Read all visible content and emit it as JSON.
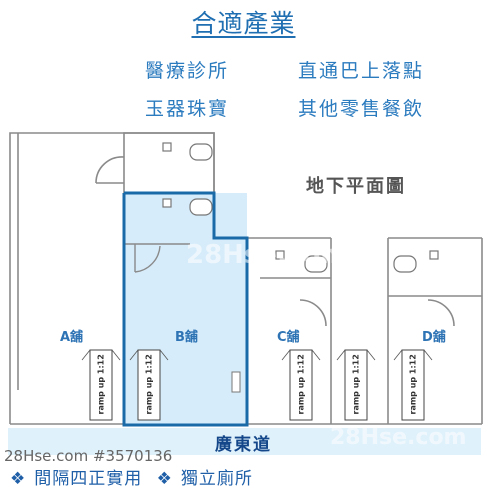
{
  "title": "合適產業",
  "suitable_uses": [
    "醫療診所",
    "直通巴上落點",
    "玉器珠寶",
    "其他零售餐飲"
  ],
  "plan_label": "地下平面圖",
  "shops": {
    "a": "A舖",
    "b": "B舖",
    "c": "C舖",
    "d": "D舖"
  },
  "ramp_label": "ramp up 1:12",
  "road": "廣東道",
  "listing_id": "28Hse.com #3570136",
  "features": [
    "間隔四正實用",
    "獨立廁所"
  ],
  "feature_bullet": "❖",
  "watermark": "28Hse.com",
  "colors": {
    "accent": "#1f6fb2",
    "highlight_fill": "#d6ecfa",
    "highlight_border": "#1a6aa8",
    "road_fill": "#dff1fb"
  }
}
